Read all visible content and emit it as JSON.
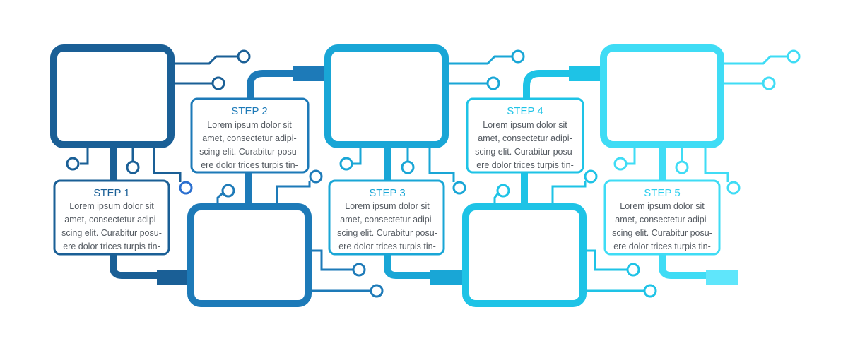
{
  "colors": {
    "c1": "#1a5f96",
    "c2": "#1d7ab8",
    "c3": "#19a6d6",
    "c4": "#1ec3e6",
    "c5": "#3fdcf5"
  },
  "steps": [
    {
      "title": "STEP 1",
      "lines": [
        "Lorem ipsum dolor sit",
        "amet, consectetur adipi-",
        "scing elit. Curabitur posu-",
        "ere dolor trices turpis tin-"
      ]
    },
    {
      "title": "STEP 2",
      "lines": [
        "Lorem ipsum dolor sit",
        "amet, consectetur adipi-",
        "scing elit. Curabitur posu-",
        "ere dolor trices turpis tin-"
      ]
    },
    {
      "title": "STEP 3",
      "lines": [
        "Lorem ipsum dolor sit",
        "amet, consectetur adipi-",
        "scing elit. Curabitur posu-",
        "ere dolor trices turpis tin-"
      ]
    },
    {
      "title": "STEP 4",
      "lines": [
        "Lorem ipsum dolor sit",
        "amet, consectetur adipi-",
        "scing elit. Curabitur posu-",
        "ere dolor trices turpis tin-"
      ]
    },
    {
      "title": "STEP 5",
      "lines": [
        "Lorem ipsum dolor sit",
        "amet, consectetur adipi-",
        "scing elit. Curabitur posu-",
        "ere dolor trices turpis tin-"
      ]
    }
  ]
}
